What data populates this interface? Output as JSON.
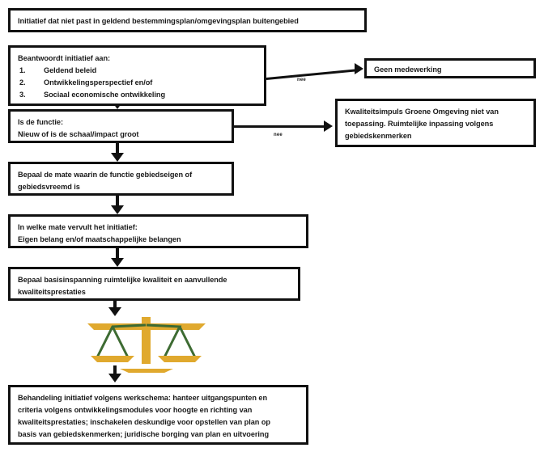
{
  "diagram": {
    "title": "Stroomschema initiatief buitengebied",
    "type": "flowchart",
    "colors": {
      "box_border": "#111111",
      "box_fill": "#ffffff",
      "text": "#1a1a1a",
      "connector": "#111111",
      "scale_gold": "#e0a92e",
      "scale_green": "#3d6b32"
    }
  },
  "nodes": {
    "start": {
      "text": "Initiatief dat niet past in geldend bestemmingsplan/omgevingsplan buitengebied"
    },
    "criteria": {
      "heading": "Beantwoordt initiatief aan:",
      "items": [
        {
          "num": "1.",
          "label": "Geldend beleid"
        },
        {
          "num": "2.",
          "label": "Ontwikkelingsperspectief en/of"
        },
        {
          "num": "3.",
          "label": "Sociaal economische ontwikkeling"
        }
      ]
    },
    "no_cooperation": {
      "text": "Geen medewerking"
    },
    "function_check": {
      "line1": "Is de functie:",
      "line2": "Nieuw of is de schaal/impact groot"
    },
    "kgo_not_applicable": {
      "text": "Kwaliteitsimpuls Groene Omgeving niet van toepassing. Ruimtelijke inpassing volgens gebiedskenmerken"
    },
    "degree_own_foreign": {
      "line1": "Bepaal de mate waarin de functie gebiedseigen of",
      "line2": "gebiedsvreemd is"
    },
    "interests": {
      "line1": "In welke mate vervult het initiatief:",
      "line2": "Eigen belang en/of maatschappelijke belangen"
    },
    "base_effort": {
      "line1": "Bepaal basisinspanning ruimtelijke kwaliteit en aanvullende",
      "line2": "kwaliteitsprestaties"
    },
    "balance_icon": {
      "label": "balance-scale"
    },
    "handling": {
      "line1": "Behandeling initiatief volgens werkschema: hanteer uitgangspunten en",
      "line2": "criteria volgens ontwikkelingsmodules voor hoogte en richting van",
      "line3": "kwaliteitsprestaties; inschakelen deskundige voor opstellen van plan op",
      "line4": "basis van gebiedskenmerken; juridische borging van plan en uitvoering"
    }
  },
  "edges": {
    "criteria_to_no_cooperation": {
      "label": "nee"
    },
    "function_to_kgo": {
      "label": "nee"
    }
  }
}
